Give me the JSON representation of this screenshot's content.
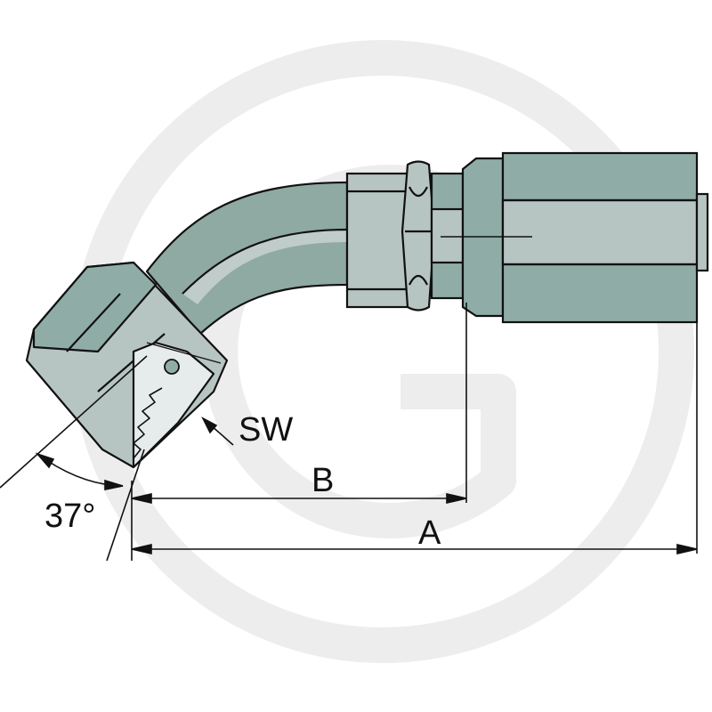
{
  "diagram": {
    "labels": {
      "sw": "SW",
      "b": "B",
      "a": "A",
      "angle": "37°"
    },
    "colors": {
      "body": "#8fada6",
      "body_light": "#b7c5c2",
      "tube": "#8fa9a3",
      "tube_light": "#c0ccc9",
      "outline": "#111111",
      "watermark": "#eeeeee"
    },
    "watermark": {
      "logo": "circle-g-logo"
    }
  }
}
